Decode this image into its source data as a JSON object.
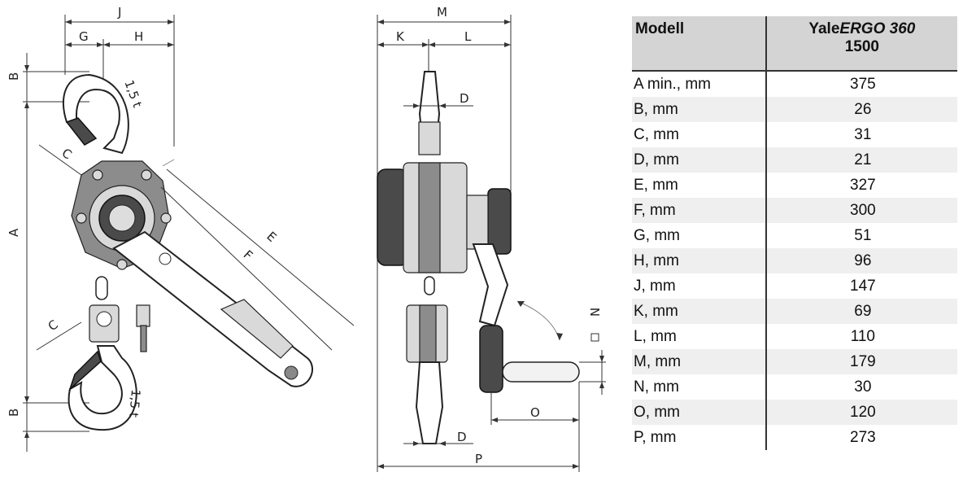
{
  "drawing_labels": {
    "front": {
      "J": "J",
      "G": "G",
      "H": "H",
      "B_top": "B",
      "A": "A",
      "C_top": "C",
      "C_bottom": "C",
      "E": "E",
      "F": "F",
      "B_bottom": "B",
      "hook_top_mark": "1,5 t",
      "hook_bottom_mark": "1,5 t"
    },
    "side": {
      "M": "M",
      "K": "K",
      "L": "L",
      "D_top": "D",
      "N": "N",
      "O": "O",
      "D_bottom": "D",
      "P": "P"
    }
  },
  "table": {
    "header_left": "Modell",
    "header_model_brand": "Yale",
    "header_model_name": "ERGO 360",
    "header_capacity": "1500",
    "rows": [
      {
        "label": "A min., mm",
        "value": "375"
      },
      {
        "label": "B, mm",
        "value": "26"
      },
      {
        "label": "C, mm",
        "value": "31"
      },
      {
        "label": "D, mm",
        "value": "21"
      },
      {
        "label": "E, mm",
        "value": "327"
      },
      {
        "label": "F, mm",
        "value": "300"
      },
      {
        "label": "G, mm",
        "value": "51"
      },
      {
        "label": "H, mm",
        "value": "96"
      },
      {
        "label": "J, mm",
        "value": "147"
      },
      {
        "label": "K, mm",
        "value": "69"
      },
      {
        "label": "L, mm",
        "value": "110"
      },
      {
        "label": "M, mm",
        "value": "179"
      },
      {
        "label": "N, mm",
        "value": "30"
      },
      {
        "label": "O, mm",
        "value": "120"
      },
      {
        "label": "P, mm",
        "value": "273"
      }
    ]
  }
}
